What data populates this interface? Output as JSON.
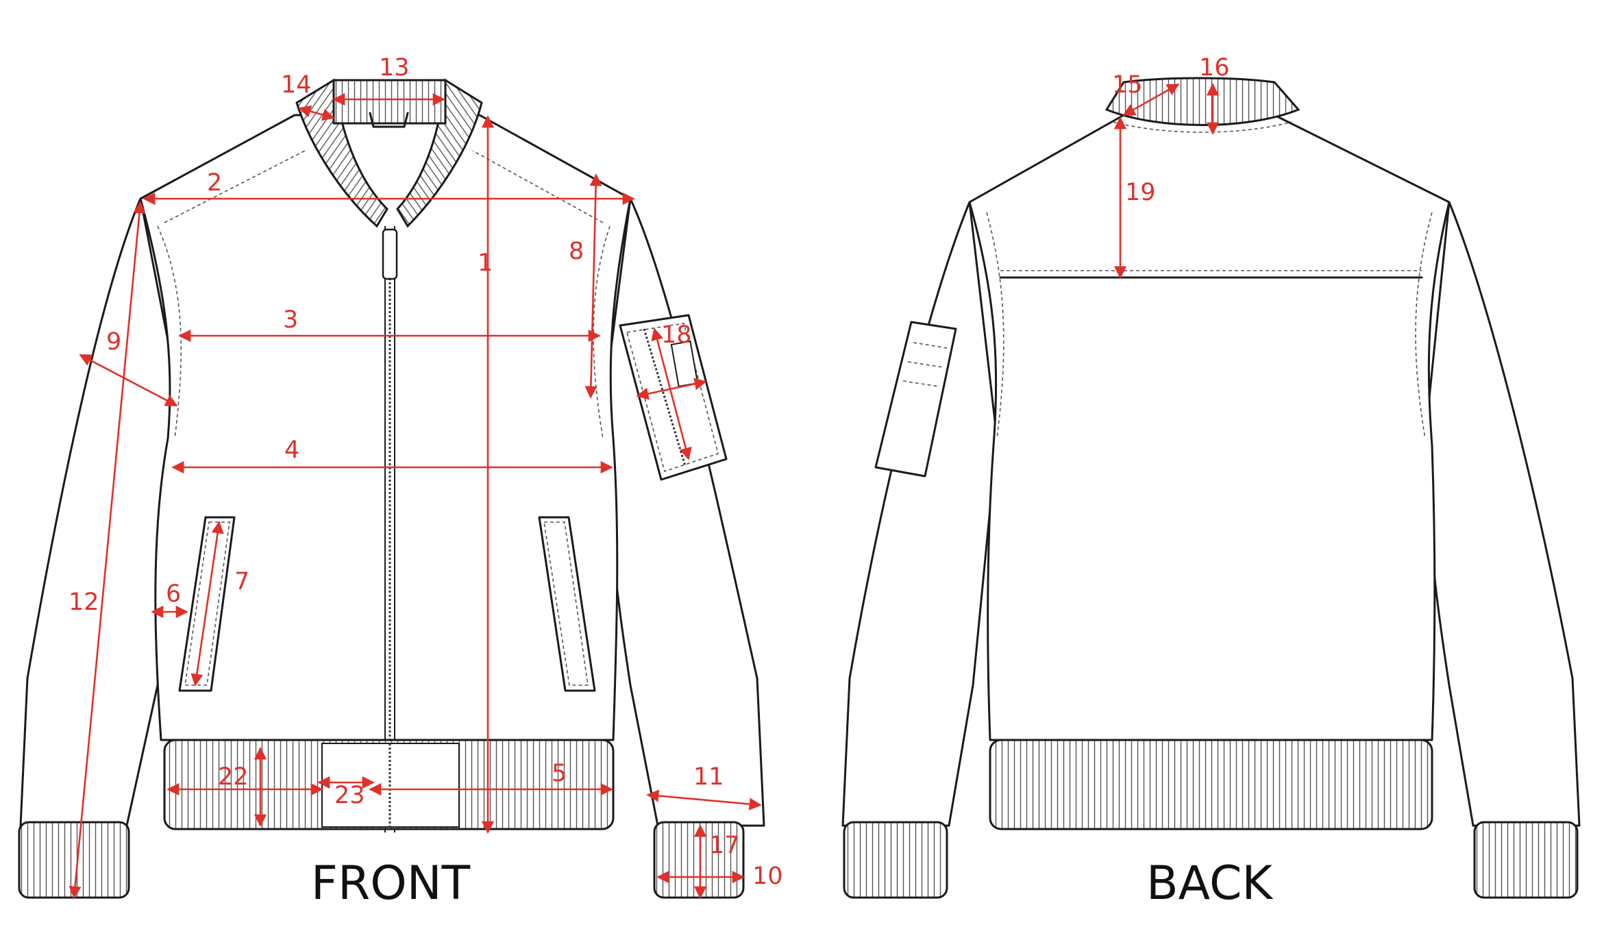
{
  "colors": {
    "measure": "#e0302a",
    "outline": "#1a1a1a"
  },
  "labels": {
    "front": "FRONT",
    "back": "BACK"
  },
  "measurements": [
    {
      "id": "1",
      "label": "1"
    },
    {
      "id": "2",
      "label": "2"
    },
    {
      "id": "3",
      "label": "3"
    },
    {
      "id": "4",
      "label": "4"
    },
    {
      "id": "5",
      "label": "5"
    },
    {
      "id": "6",
      "label": "6"
    },
    {
      "id": "7",
      "label": "7"
    },
    {
      "id": "8",
      "label": "8"
    },
    {
      "id": "9",
      "label": "9"
    },
    {
      "id": "10",
      "label": "10"
    },
    {
      "id": "11",
      "label": "11"
    },
    {
      "id": "12",
      "label": "12"
    },
    {
      "id": "13",
      "label": "13"
    },
    {
      "id": "14",
      "label": "14"
    },
    {
      "id": "15",
      "label": "15"
    },
    {
      "id": "16",
      "label": "16"
    },
    {
      "id": "17",
      "label": "17"
    },
    {
      "id": "18",
      "label": "18"
    },
    {
      "id": "19",
      "label": "19"
    },
    {
      "id": "22",
      "label": "22"
    },
    {
      "id": "23",
      "label": "23"
    }
  ]
}
